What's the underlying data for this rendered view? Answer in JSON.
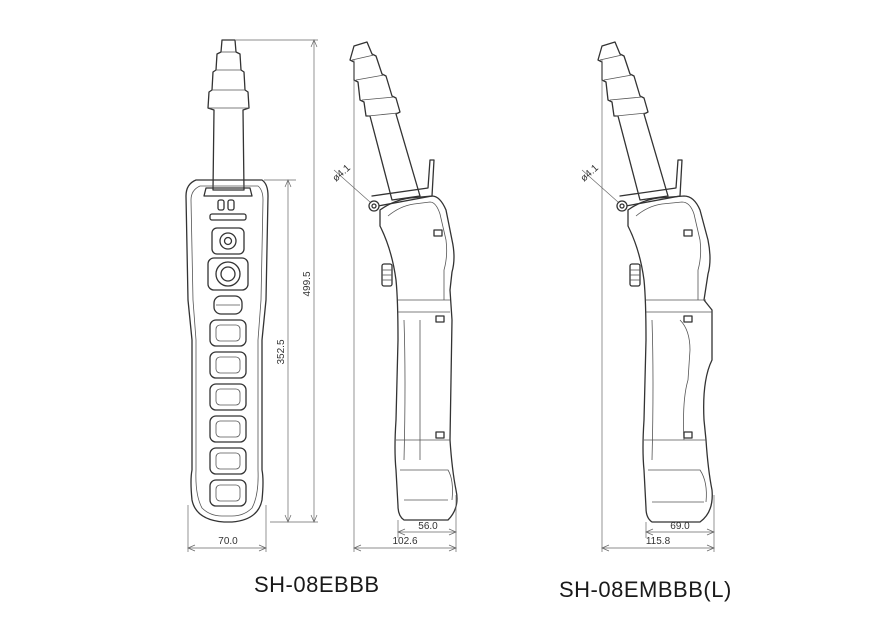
{
  "left_view": {
    "model": "SH-08EBBB",
    "dims": {
      "width": "70.0",
      "total_height": "499.5",
      "body_height": "352.5"
    }
  },
  "middle_view": {
    "dims": {
      "hole": "ø4.1",
      "depth": "56.0",
      "overall_depth": "102.6"
    }
  },
  "right_view": {
    "model": "SH-08EMBBB(L)",
    "dims": {
      "hole": "ø4.1",
      "depth": "69.0",
      "overall_depth": "115.8"
    }
  },
  "colors": {
    "line": "#333333",
    "background": "#ffffff"
  }
}
